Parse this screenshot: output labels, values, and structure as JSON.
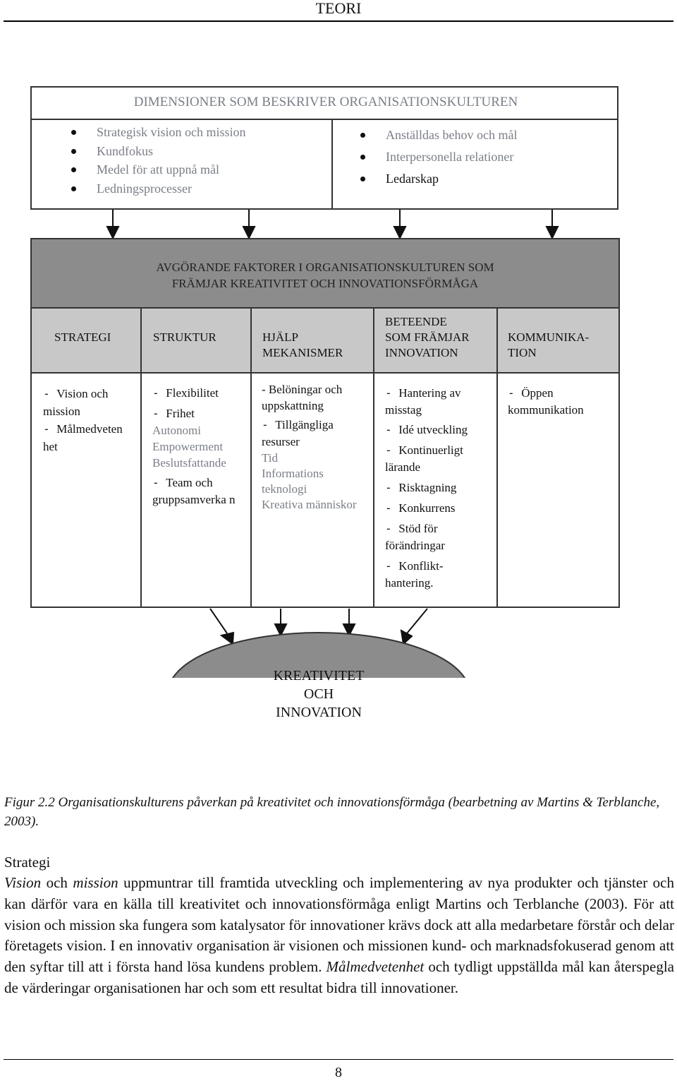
{
  "header": {
    "title": "TEORI"
  },
  "dimensions": {
    "title": "DIMENSIONER SOM BESKRIVER ORGANISATIONSKULTUREN",
    "left_items": [
      "Strategisk vision och mission",
      "Kundfokus",
      "Medel för att uppnå mål",
      "Ledningsprocesser"
    ],
    "right_items": [
      "Anställdas behov och mål",
      "Interpersonella relationer",
      "Ledarskap"
    ]
  },
  "factors": {
    "title_line1": "AVGÖRANDE FAKTORER I ORGANISATIONSKULTUREN SOM",
    "title_line2": "FRÄMJAR KREATIVITET OCH INNOVATIONSFÖRMÅGA",
    "columns": [
      {
        "head": [
          "STRATEGI"
        ],
        "items": [
          {
            "dash": true,
            "text": "Vision och mission",
            "gray": false
          },
          {
            "dash": true,
            "text": "Målmedveten het",
            "gray": false
          }
        ]
      },
      {
        "head": [
          "STRUKTUR"
        ],
        "items": [
          {
            "dash": true,
            "text": "Flexibilitet",
            "gray": false
          },
          {
            "dash": true,
            "text": "Frihet",
            "gray": false
          },
          {
            "dash": false,
            "text": "Autonomi",
            "gray": true
          },
          {
            "dash": false,
            "text": "Empowerment",
            "gray": true
          },
          {
            "dash": false,
            "text": "Beslutsfattande",
            "gray": true
          },
          {
            "dash": true,
            "text": "Team och gruppsamverka n",
            "gray": false
          }
        ]
      },
      {
        "head": [
          "HJÄLP",
          "MEKANISMER"
        ],
        "items": [
          {
            "dash": true,
            "text": "Belöningar och uppskattning",
            "gray": false
          },
          {
            "dash": true,
            "text": "Tillgängliga resurser",
            "gray": false
          },
          {
            "dash": false,
            "text": "Tid",
            "gray": true
          },
          {
            "dash": false,
            "text": "Informations teknologi",
            "gray": true
          },
          {
            "dash": false,
            "text": "Kreativa människor",
            "gray": true
          }
        ]
      },
      {
        "head": [
          "BETEENDE",
          "SOM FRÄMJAR",
          "INNOVATION"
        ],
        "items": [
          {
            "dash": true,
            "text": "Hantering av misstag",
            "gray": false
          },
          {
            "dash": true,
            "text": "Idé utveckling",
            "gray": false
          },
          {
            "dash": true,
            "text": "Kontinuerligt lärande",
            "gray": false
          },
          {
            "dash": true,
            "text": "Risktagning",
            "gray": false
          },
          {
            "dash": true,
            "text": "Konkurrens",
            "gray": false
          },
          {
            "dash": true,
            "text": "Stöd för förändringar",
            "gray": false
          },
          {
            "dash": true,
            "text": "Konflikt- hantering.",
            "gray": false
          }
        ]
      },
      {
        "head": [
          "KOMMUNIKA-",
          "TION"
        ],
        "items": [
          {
            "dash": true,
            "text": "Öppen kommunikation",
            "gray": false
          }
        ]
      }
    ]
  },
  "result": {
    "line1": "KREATIVITET",
    "line2": "OCH",
    "line3": "INNOVATION"
  },
  "figure_caption": {
    "label": "Figur 2.2",
    "text": "Organisationskulturens påverkan på kreativitet och innovationsförmåga (bearbetning av Martins & Terblanche, 2003)."
  },
  "section": {
    "heading": "Strategi",
    "paragraph_parts": [
      {
        "text": "Vision",
        "italic": true
      },
      {
        "text": " och ",
        "italic": false
      },
      {
        "text": "mission",
        "italic": true
      },
      {
        "text": " uppmuntrar till framtida utveckling och implementering av nya produkter och tjänster och kan därför vara en källa till kreativitet och innovationsförmåga enligt Martins och Terblanche (2003). För att vision och mission ska fungera som katalysator för innovationer krävs dock att alla medarbetare förstår och delar företagets vision. I en innovativ organisation är visionen och missionen kund- och marknadsfokuserad genom att den syftar till att i första hand lösa kundens problem. ",
        "italic": false
      },
      {
        "text": "Målmedvetenhet",
        "italic": true
      },
      {
        "text": " och tydligt uppställda mål kan återspegla de värderingar organisationen har och som ett resultat bidra till innovationer.",
        "italic": false
      }
    ]
  },
  "footer": {
    "page_number": "8"
  }
}
